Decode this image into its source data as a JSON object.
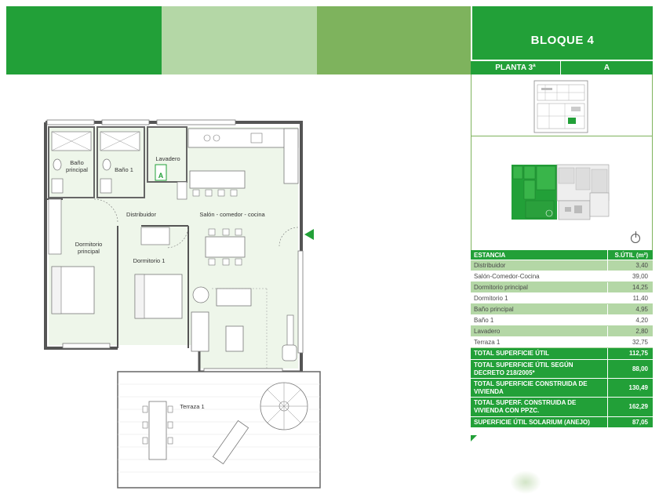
{
  "header": {
    "bloque": "BLOQUE 4",
    "planta": "PLANTA 3ª",
    "tipo": "A"
  },
  "colors": {
    "green": "#22a038",
    "light_green": "#b4d7a6",
    "mid_green": "#7eb35d"
  },
  "plan": {
    "rooms": {
      "bano_principal": "Baño\nprincipal",
      "bano_1": "Baño 1",
      "lavadero": "Lavadero",
      "tag_a": "A",
      "distribuidor": "Distribuidor",
      "salon": "Salón - comedor - cocina",
      "dormitorio_principal": "Dormitorio\nprincipal",
      "dormitorio_1": "Dormitorio 1",
      "terraza": "Terraza 1"
    }
  },
  "table": {
    "header": {
      "estancia": "ESTANCIA",
      "sutil": "S.ÚTIL (m²)"
    },
    "rows": [
      {
        "name": "Distribuidor",
        "value": "3,40"
      },
      {
        "name": "Salón-Comedor-Cocina",
        "value": "39,00"
      },
      {
        "name": "Dormitorio principal",
        "value": "14,25"
      },
      {
        "name": "Dormitorio 1",
        "value": "11,40"
      },
      {
        "name": "Baño principal",
        "value": "4,95"
      },
      {
        "name": "Baño 1",
        "value": "4,20"
      },
      {
        "name": "Lavadero",
        "value": "2,80"
      },
      {
        "name": "Terraza 1",
        "value": "32,75"
      }
    ],
    "totals": [
      {
        "name": "TOTAL SUPERFICIE ÚTIL",
        "value": "112,75"
      },
      {
        "name": "TOTAL SUPERFICIE ÚTIL SEGÚN DECRETO 218/2005*",
        "value": "88,00"
      },
      {
        "name": "TOTAL SUPERFICIE CONSTRUIDA DE VIVIENDA",
        "value": "130,49"
      },
      {
        "name": "TOTAL SUPERF. CONSTRUIDA DE VIVIENDA CON PPZC.",
        "value": "162,29"
      },
      {
        "name": "SUPERFICIE ÚTIL SOLARIUM (ANEJO)",
        "value": "87,05"
      }
    ]
  }
}
